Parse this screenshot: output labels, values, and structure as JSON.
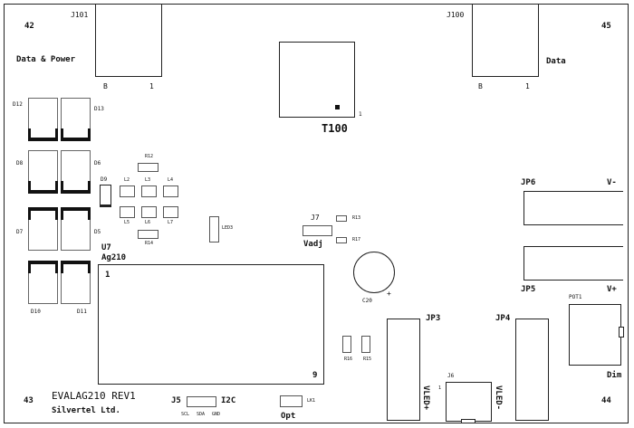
{
  "board": {
    "corner_tl": "42",
    "corner_tr": "45",
    "corner_bl": "43",
    "corner_br": "44",
    "product": "EVALAG210  REV1",
    "company": "Silvertel Ltd."
  },
  "connectors": {
    "j101": {
      "ref": "J101",
      "desc": "Data & Power",
      "pin_b": "B",
      "pin_1": "1"
    },
    "j100": {
      "ref": "J100",
      "desc": "Data",
      "pin_b": "B",
      "pin_1": "1"
    }
  },
  "transformer": {
    "ref": "T100",
    "pin1": "1"
  },
  "diodes": {
    "d12": "D12",
    "d13": "D13",
    "d8": "D8",
    "d6": "D6",
    "d9": "D9",
    "d7": "D7",
    "d5": "D5",
    "d10": "D10",
    "d11": "D11"
  },
  "passives": {
    "r12": "R12",
    "r14": "R14",
    "l2": "L2",
    "l3": "L3",
    "l4": "L4",
    "l5": "L5",
    "l6": "L6",
    "l7": "L7",
    "led3": "LED3",
    "r13": "R13",
    "r17": "R17",
    "r16": "R16",
    "r15": "R15",
    "c20": "C20",
    "c20_plus": "+"
  },
  "module": {
    "ref": "U7",
    "part": "Ag210",
    "pin1": "1",
    "pin9": "9"
  },
  "jumpers": {
    "j7": "J7",
    "vadj": "Vadj",
    "jp6": "JP6",
    "jp6_label": "V-",
    "jp5": "JP5",
    "jp5_label": "V+",
    "jp3": "JP3",
    "jp3_label": "VLED+",
    "jp4": "JP4",
    "jp4_label": "VLED-",
    "j6": "J6",
    "j6_pin": "1",
    "pot1": "POT1",
    "dim": "Dim",
    "j5": "J5",
    "i2c": "I2C",
    "j5_scl": "SCL",
    "j5_sda": "SDA",
    "j5_gnd": "GND",
    "lk1": "LK1",
    "opt": "Opt"
  }
}
